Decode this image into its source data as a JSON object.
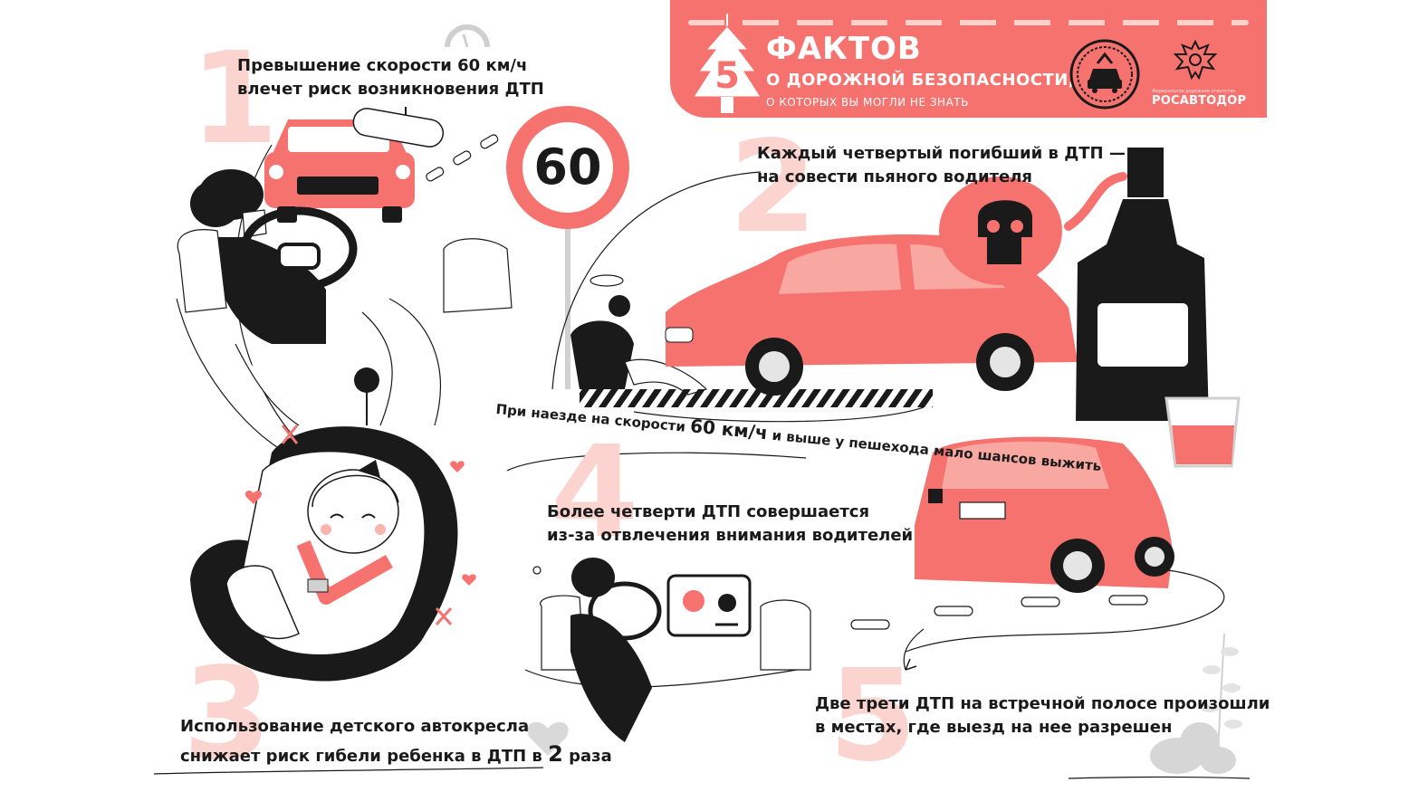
{
  "header": {
    "number": "5",
    "title": "ФАКТОВ",
    "subtitle": "О ДОРОЖНОЙ БЕЗОПАСНОСТИ,",
    "tagline": "О КОТОРЫХ ВЫ МОГЛИ НЕ ЗНАТЬ",
    "org_name": "РОСАВТОДОР",
    "org_subtitle": "Федеральное дорожное агентство",
    "accent_color": "#f6726f"
  },
  "sign": {
    "speed": "60"
  },
  "facts": [
    {
      "number": "1",
      "line1": "Превышение скорости 60 км/ч",
      "line2": "влечет риск возникновения ДТП"
    },
    {
      "number": "2",
      "line1": "Каждый четвертый погибший в ДТП —",
      "line2": "на совести пьяного водителя"
    },
    {
      "number": "3",
      "line1": "Использование детского автокресла",
      "line2_pre": "снижает риск гибели ребенка в ДТП в",
      "line2_accent": "2",
      "line2_post": "раза"
    },
    {
      "number": "4",
      "line1": "Более четверти ДТП совершается",
      "line2": "из-за отвлечения внимания водителей"
    },
    {
      "number": "5",
      "line1": "Две трети ДТП на встречной полосе произошли",
      "line2": "в местах, где выезд на нее разрешен"
    }
  ],
  "pedestrian_fact": {
    "pre": "При наезде на скорости",
    "accent": "60 км/ч",
    "post": "и выше у пешехода мало шансов выжить"
  }
}
